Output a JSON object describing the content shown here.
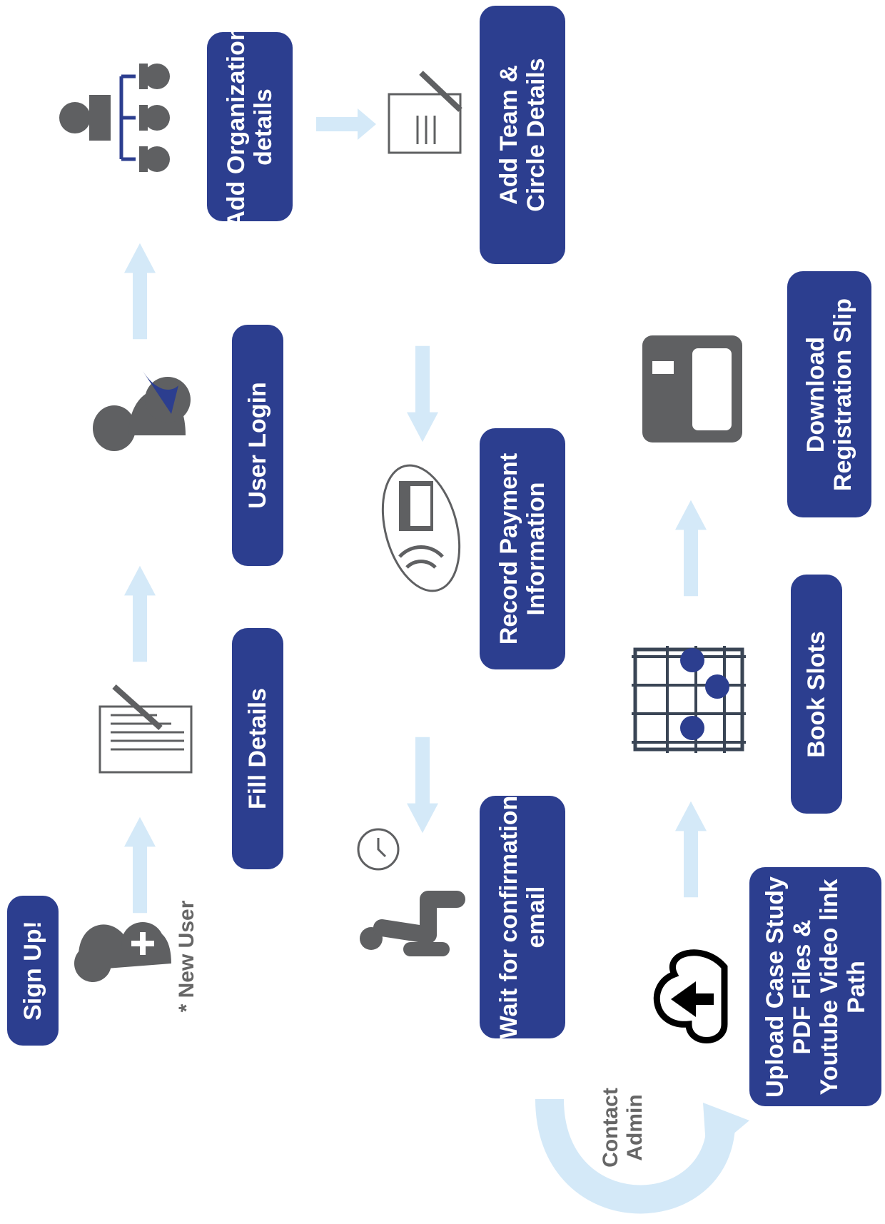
{
  "diagram": {
    "steps": {
      "sign_up": "Sign Up!",
      "fill_details": "Fill Details",
      "user_login": "User Login",
      "add_org_line1": "Add Organization",
      "add_org_line2": "details",
      "add_team_line1": "Add Team &",
      "add_team_line2": "Circle Details",
      "record_payment_line1": "Record Payment",
      "record_payment_line2": "Information",
      "wait_line1": "Wait for confirmation",
      "wait_line2": "email",
      "upload_line1": "Upload Case Study",
      "upload_line2": "PDF Files &",
      "upload_line3": "Youtube Video link",
      "upload_line4": "Path",
      "book_slots": "Book Slots",
      "download_line1": "Download",
      "download_line2": "Registration Slip"
    },
    "notes": {
      "new_user": "* New User",
      "contact_admin_line1": "Contact",
      "contact_admin_line2": "Admin"
    },
    "colors": {
      "box": "#2c3e8f",
      "arrow": "#d4e9f8",
      "icon_gray": "#5f6062",
      "accent_blue": "#2c3e8f"
    }
  }
}
